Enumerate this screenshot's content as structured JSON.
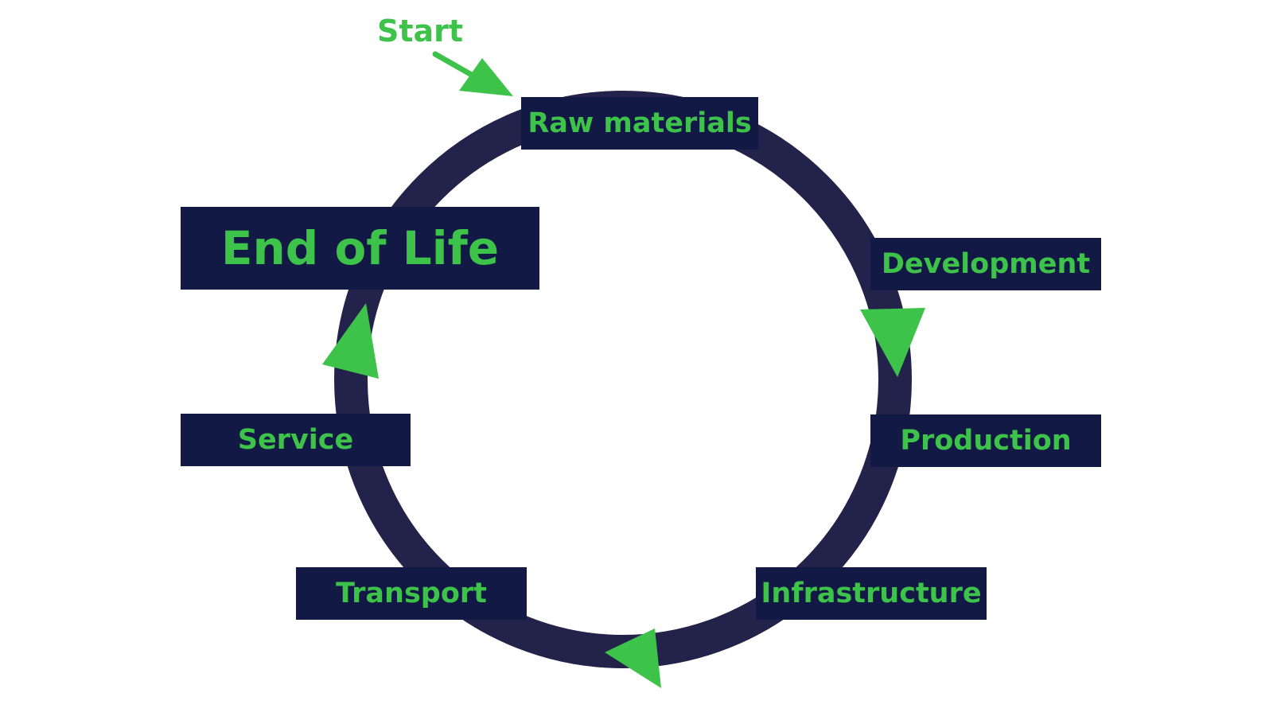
{
  "diagram": {
    "start_label": "Start",
    "stages": {
      "raw_materials": "Raw materials",
      "development": "Development",
      "production": "Production",
      "infrastructure": "Infrastructure",
      "transport": "Transport",
      "service": "Service",
      "end_of_life": "End of Life"
    }
  },
  "colors": {
    "ring": "#23224a",
    "box_fill": "#121944",
    "accent_green": "#3dc24a",
    "background": "#ffffff"
  }
}
